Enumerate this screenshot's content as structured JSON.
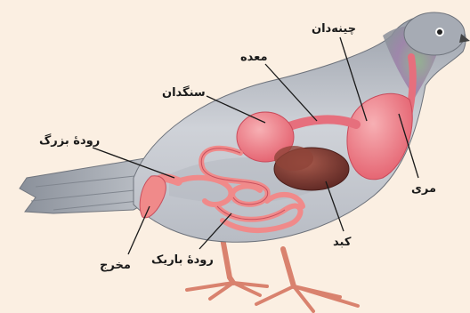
{
  "labels": {
    "crop": "چینه‌دان",
    "proventriculus": "معده",
    "gizzard": "سنگدان",
    "large_intestine": "رودهٔ بزرگ",
    "esophagus": "مری",
    "liver": "کبد",
    "small_intestine": "رودهٔ باریک",
    "cloaca": "مخرج"
  },
  "colors": {
    "background": "#fbefe2",
    "body": "#c9ccd2",
    "organs": "#ec7a86",
    "liver": "#7a3a34",
    "feet": "#e08a76"
  }
}
